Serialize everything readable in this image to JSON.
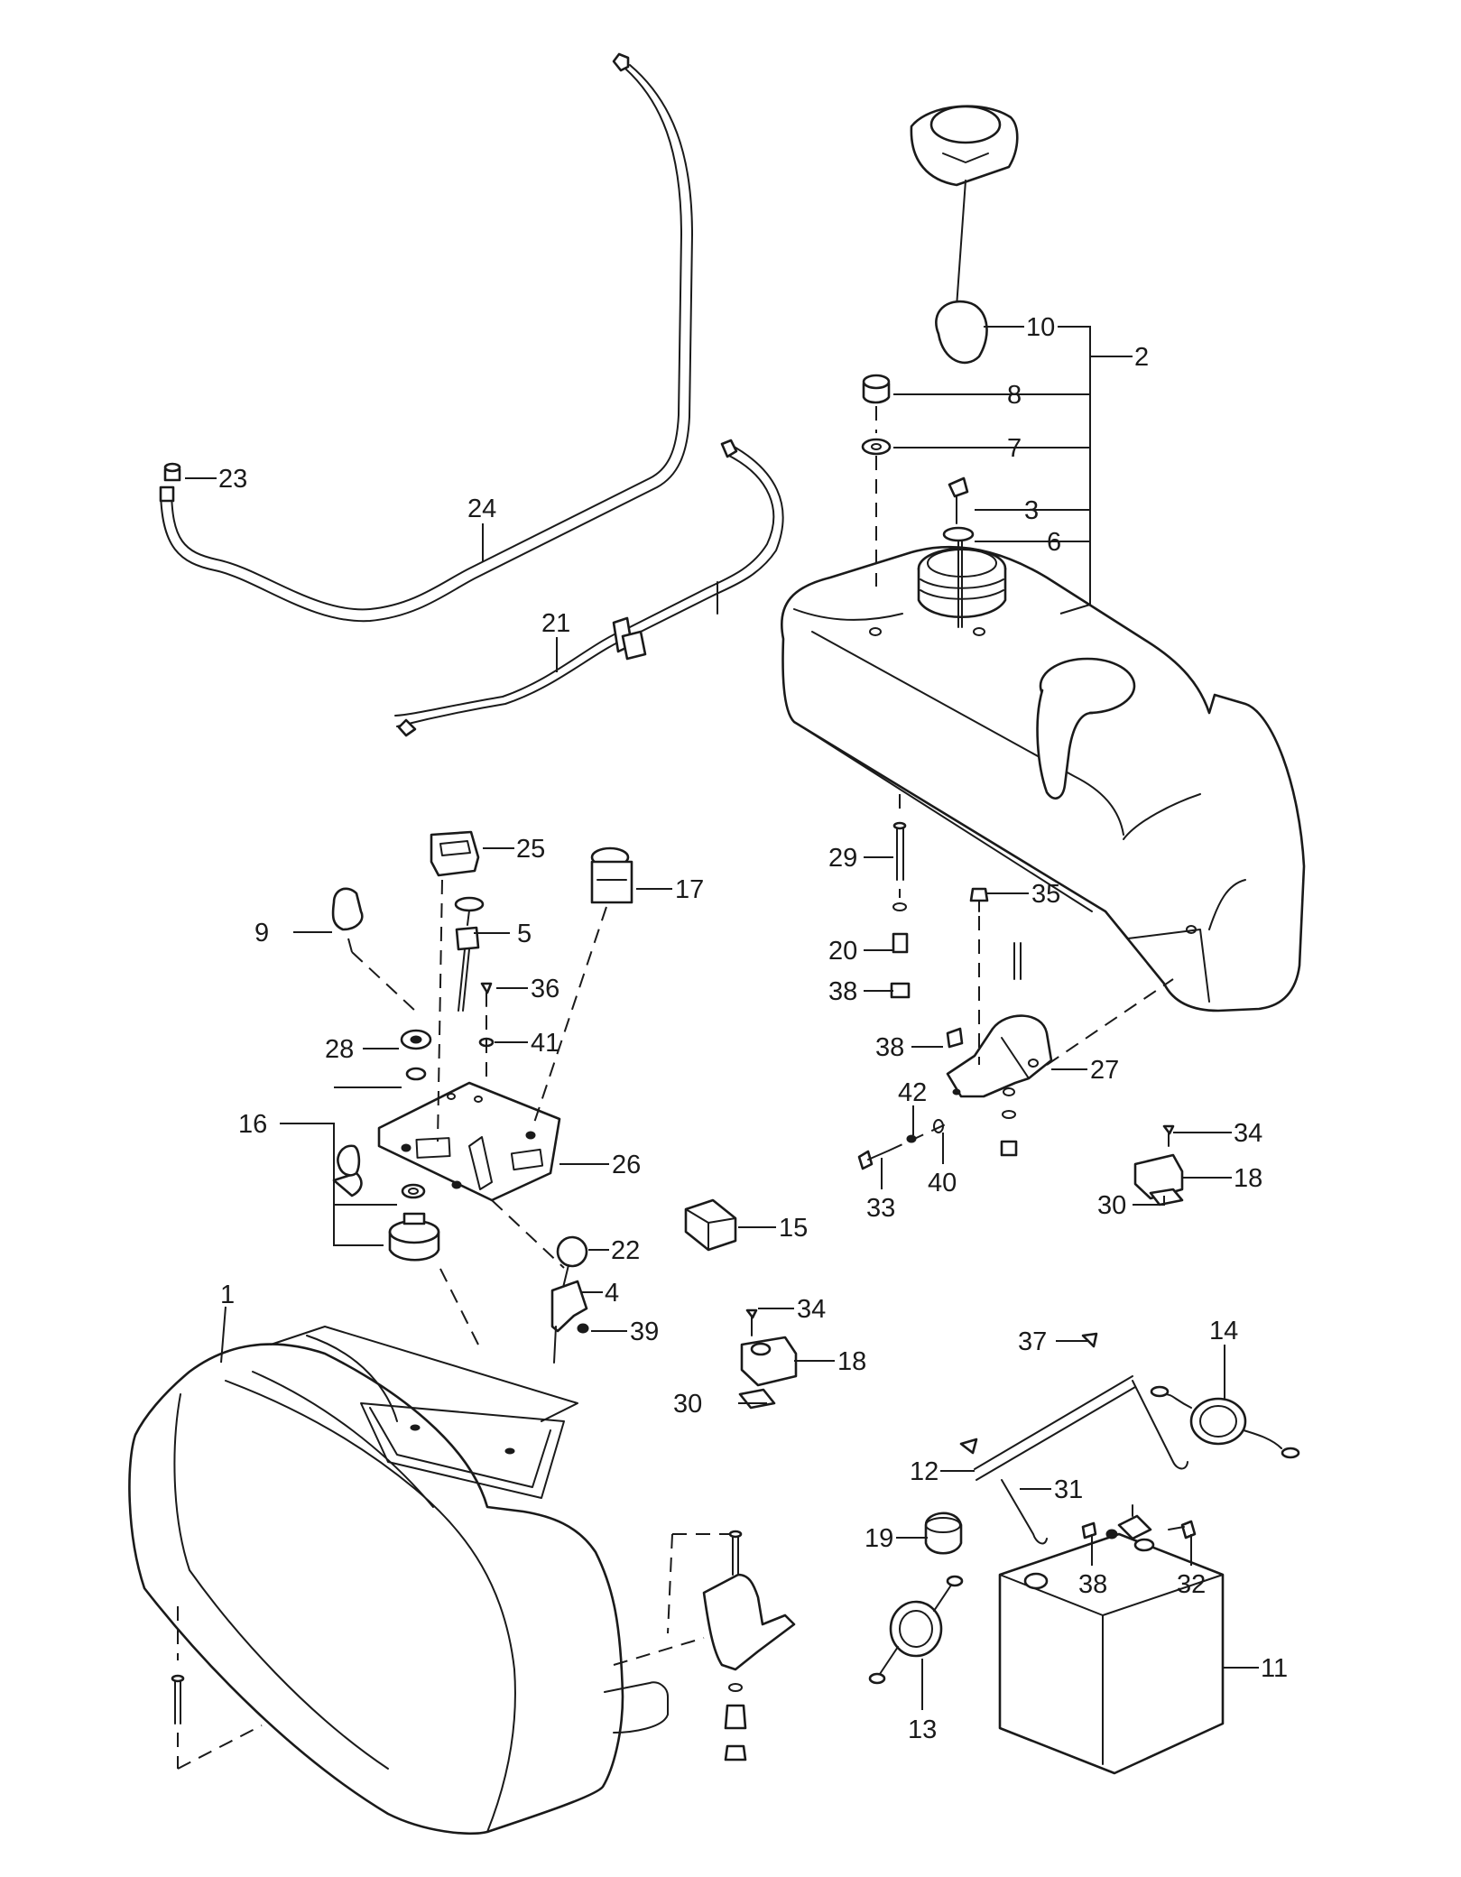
{
  "callouts": {
    "c1": "1",
    "c2": "2",
    "c3": "3",
    "c4": "4",
    "c5": "5",
    "c6": "6",
    "c7": "7",
    "c8": "8",
    "c9": "9",
    "c10": "10",
    "c11": "11",
    "c12": "12",
    "c13": "13",
    "c14": "14",
    "c15": "15",
    "c16": "16",
    "c17": "17",
    "c18a": "18",
    "c18b": "18",
    "c19": "19",
    "c20": "20",
    "c21": "21",
    "c22": "22",
    "c23": "23",
    "c24": "24",
    "c25": "25",
    "c26": "26",
    "c27": "27",
    "c28": "28",
    "c29": "29",
    "c30a": "30",
    "c30b": "30",
    "c31": "31",
    "c32": "32",
    "c33": "33",
    "c34a": "34",
    "c34b": "34",
    "c35": "35",
    "c36": "36",
    "c37": "37",
    "c38a": "38",
    "c38b": "38",
    "c38c": "38",
    "c39": "39",
    "c40": "40",
    "c41": "41",
    "c42": "42"
  }
}
